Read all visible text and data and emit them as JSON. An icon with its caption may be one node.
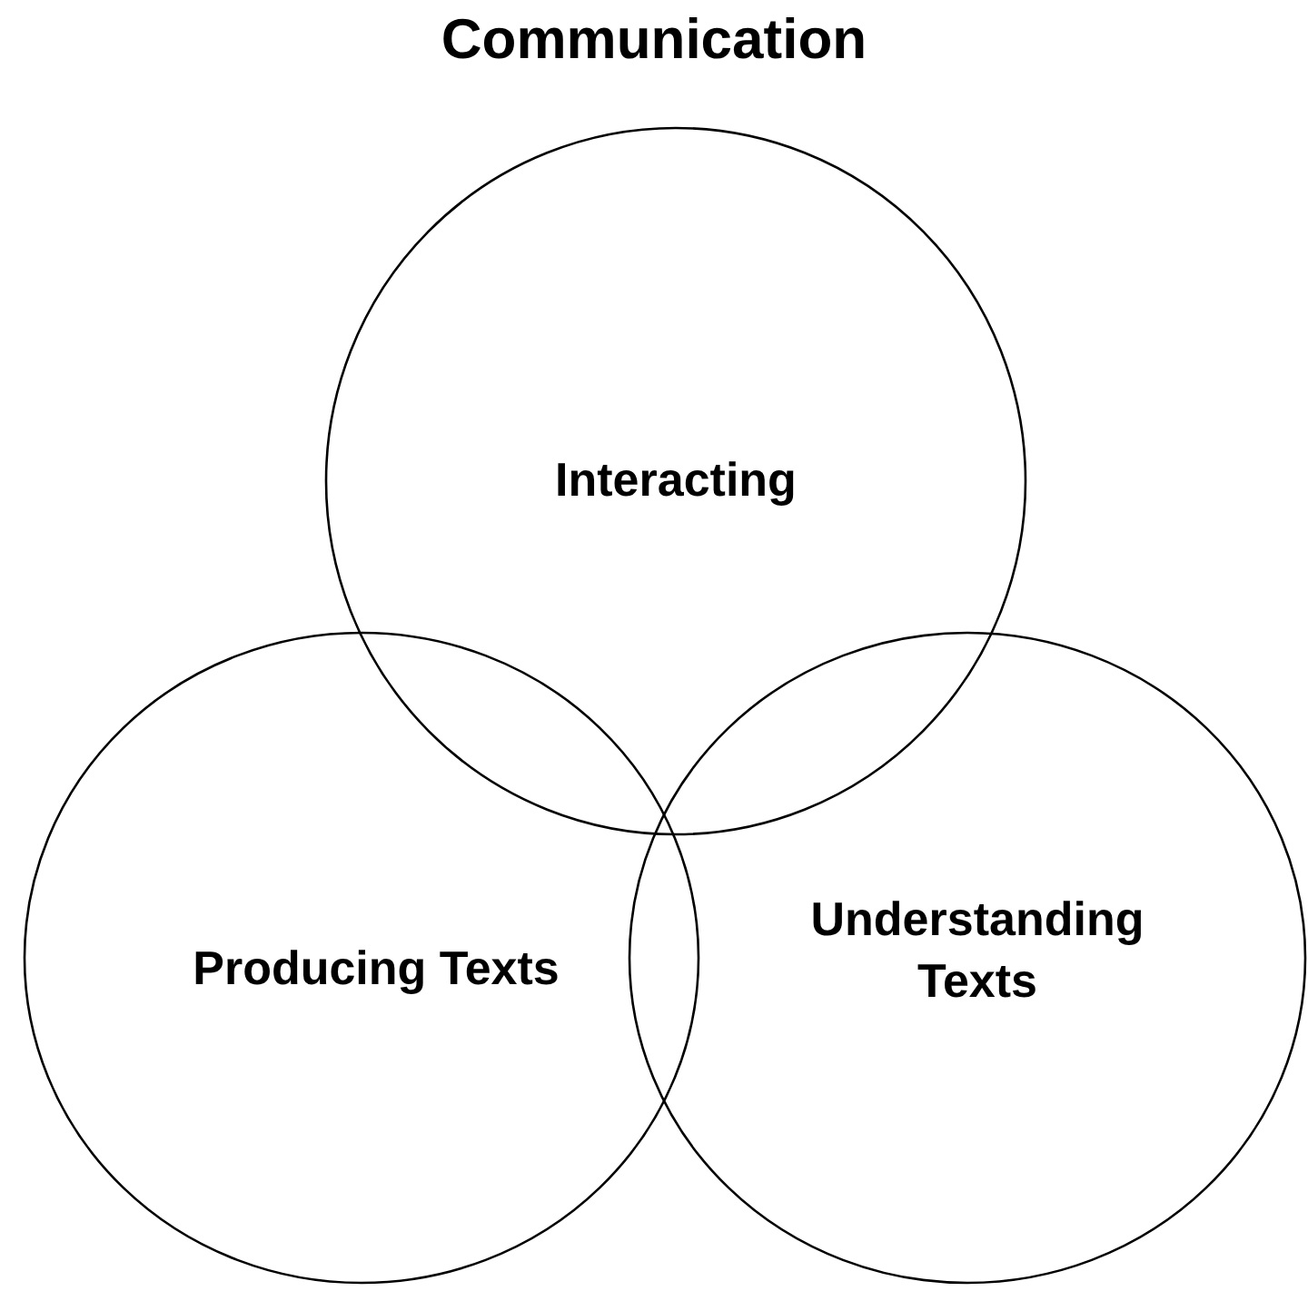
{
  "diagram": {
    "title": "Communication",
    "nodes": [
      {
        "text": [
          "Interacting"
        ]
      },
      {
        "text": [
          "Producing Texts"
        ]
      },
      {
        "text": [
          "Understanding Texts"
        ]
      }
    ]
  }
}
